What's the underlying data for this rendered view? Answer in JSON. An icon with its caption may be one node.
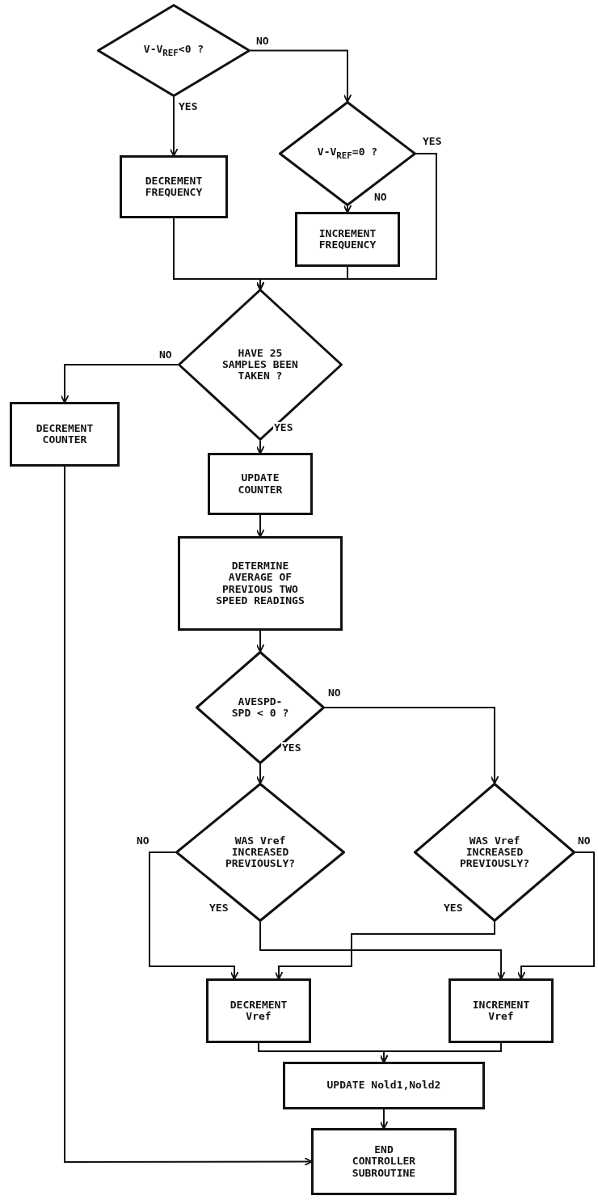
{
  "diagram": {
    "nodes": [
      {
        "text": [
          "V-V$_{REF}$<0 ?"
        ]
      },
      {
        "text": [
          "V-V$_{REF}$=0 ?"
        ]
      },
      {
        "text": [
          "DECREMENT FREQUENCY"
        ]
      },
      {
        "text": [
          "INCREMENT FREQUENCY"
        ]
      },
      {
        "text": [
          "HAVE 25 SAMPLES BEEN TAKEN ?"
        ]
      },
      {
        "text": [
          "DECREMENT COUNTER"
        ]
      },
      {
        "text": [
          "UPDATE COUNTER"
        ]
      },
      {
        "text": [
          "DETERMINE AVERAGE OF PREVIOUS TWO SPEED READINGS"
        ]
      },
      {
        "text": [
          "AVESPD- SPD < 0 ?"
        ]
      },
      {
        "text": [
          "WAS Vref INCREASED PREVIOUSLY?"
        ]
      },
      {
        "text": [
          "WAS Vref INCREASED PREVIOUSLY?"
        ]
      },
      {
        "text": [
          "DECREMENT Vref"
        ]
      },
      {
        "text": [
          "INCREMENT Vref"
        ]
      },
      {
        "text": [
          "UPDATE Nold1,Nold2"
        ]
      },
      {
        "text": [
          "END CONTROLLER SUBROUTINE"
        ]
      }
    ],
    "edges": [
      {
        "from": 0,
        "to": 1,
        "arrow": "to",
        "label": "NO"
      },
      {
        "from": 0,
        "to": 2,
        "arrow": "to",
        "label": "YES"
      },
      {
        "from": 1,
        "to": 3,
        "arrow": "to",
        "label": "NO"
      },
      {
        "from": 1,
        "to": 4,
        "arrow": "to",
        "label": "YES"
      },
      {
        "from": 2,
        "to": 4,
        "arrow": "to"
      },
      {
        "from": 3,
        "to": 4,
        "arrow": "to"
      },
      {
        "from": 4,
        "to": 5,
        "arrow": "to",
        "label": "NO"
      },
      {
        "from": 4,
        "to": 6,
        "arrow": "to",
        "label": "YES"
      },
      {
        "from": 6,
        "to": 7,
        "arrow": "to"
      },
      {
        "from": 7,
        "to": 8,
        "arrow": "to"
      },
      {
        "from": 8,
        "to": 9,
        "arrow": "to",
        "label": "YES"
      },
      {
        "from": 8,
        "to": 10,
        "arrow": "to",
        "label": "NO"
      },
      {
        "from": 9,
        "to": 11,
        "arrow": "to",
        "label": "NO"
      },
      {
        "from": 9,
        "to": 12,
        "arrow": "to",
        "label": "YES"
      },
      {
        "from": 10,
        "to": 11,
        "arrow": "to",
        "label": "YES"
      },
      {
        "from": 10,
        "to": 12,
        "arrow": "to",
        "label": "NO"
      },
      {
        "from": 11,
        "to": 13,
        "arrow": "to"
      },
      {
        "from": 12,
        "to": 13,
        "arrow": "to"
      },
      {
        "from": 13,
        "to": 14,
        "arrow": "to"
      },
      {
        "from": 5,
        "to": 14,
        "arrow": "to"
      }
    ]
  }
}
